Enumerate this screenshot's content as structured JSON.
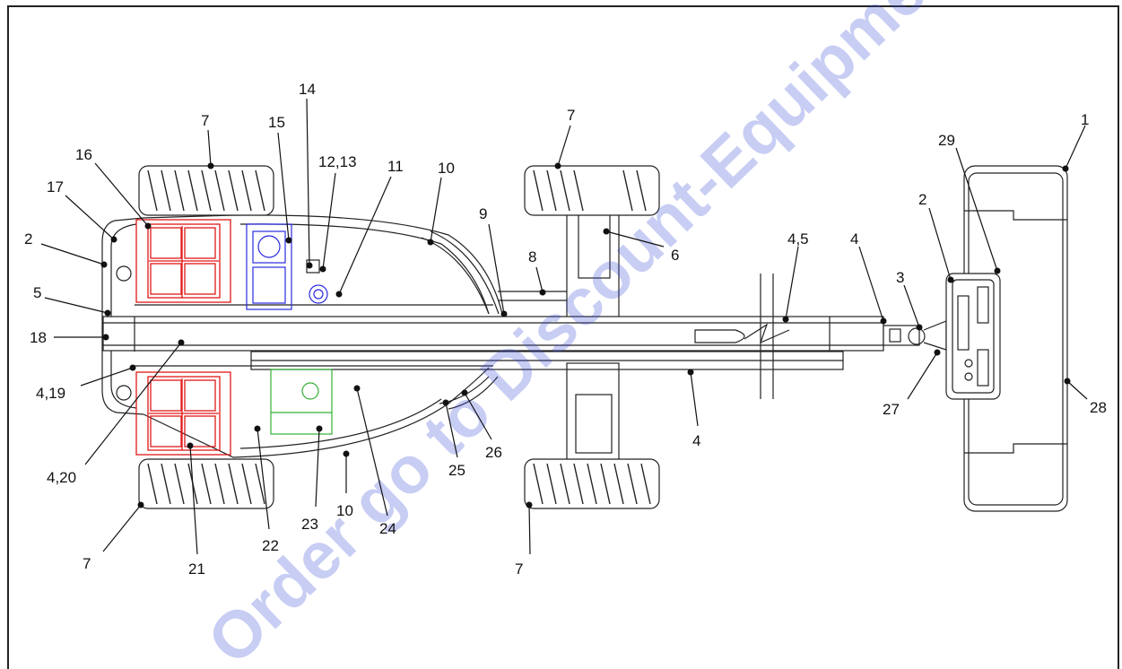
{
  "watermark": "Order go to Discount-Equipment.com",
  "callouts": [
    {
      "id": "c1",
      "text": "1"
    },
    {
      "id": "c2a",
      "text": "2"
    },
    {
      "id": "c2b",
      "text": "2"
    },
    {
      "id": "c3",
      "text": "3"
    },
    {
      "id": "c4a",
      "text": "4"
    },
    {
      "id": "c4b",
      "text": "4"
    },
    {
      "id": "c45",
      "text": "4,5"
    },
    {
      "id": "c419",
      "text": "4,19"
    },
    {
      "id": "c420",
      "text": "4,20"
    },
    {
      "id": "c5",
      "text": "5"
    },
    {
      "id": "c6",
      "text": "6"
    },
    {
      "id": "c7a",
      "text": "7"
    },
    {
      "id": "c7b",
      "text": "7"
    },
    {
      "id": "c7c",
      "text": "7"
    },
    {
      "id": "c7d",
      "text": "7"
    },
    {
      "id": "c8",
      "text": "8"
    },
    {
      "id": "c9",
      "text": "9"
    },
    {
      "id": "c10a",
      "text": "10"
    },
    {
      "id": "c10b",
      "text": "10"
    },
    {
      "id": "c11",
      "text": "11"
    },
    {
      "id": "c1213",
      "text": "12,13"
    },
    {
      "id": "c14",
      "text": "14"
    },
    {
      "id": "c15",
      "text": "15"
    },
    {
      "id": "c16",
      "text": "16"
    },
    {
      "id": "c17",
      "text": "17"
    },
    {
      "id": "c18",
      "text": "18"
    },
    {
      "id": "c21",
      "text": "21"
    },
    {
      "id": "c22",
      "text": "22"
    },
    {
      "id": "c23",
      "text": "23"
    },
    {
      "id": "c24",
      "text": "24"
    },
    {
      "id": "c25",
      "text": "25"
    },
    {
      "id": "c26",
      "text": "26"
    },
    {
      "id": "c27",
      "text": "27"
    },
    {
      "id": "c28",
      "text": "28"
    },
    {
      "id": "c29",
      "text": "29"
    }
  ],
  "colors": {
    "battery": "#e01818",
    "pump": "#2a2ae0",
    "tank": "#33b033",
    "watermark": "#3a4bd6"
  }
}
